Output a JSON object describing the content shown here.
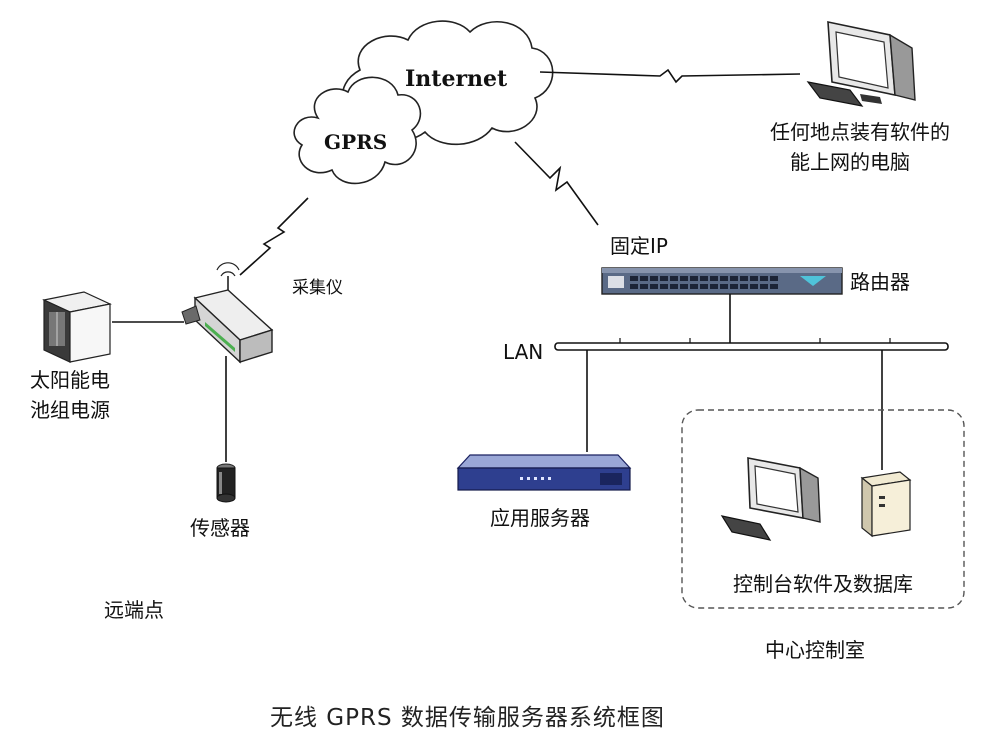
{
  "clouds": {
    "internet": "Internet",
    "gprs": "GPRS"
  },
  "devices": {
    "remote_pc_line1": "任何地点装有软件的",
    "remote_pc_line2": "能上网的电脑",
    "fixed_ip": "固定IP",
    "router": "路由器",
    "lan": "LAN",
    "collector": "采集仪",
    "solar_line1": "太阳能电",
    "solar_line2": "池组电源",
    "sensor": "传感器",
    "remote_site": "远端点",
    "app_server": "应用服务器",
    "control_software": "控制台软件及数据库",
    "control_room": "中心控制室"
  },
  "caption": "无线 GPRS 数据传输服务器系统框图",
  "colors": {
    "line": "#111111",
    "router_body": "#4a5a78",
    "server_body": "#2e3f8f",
    "zigzag": "#111111"
  }
}
